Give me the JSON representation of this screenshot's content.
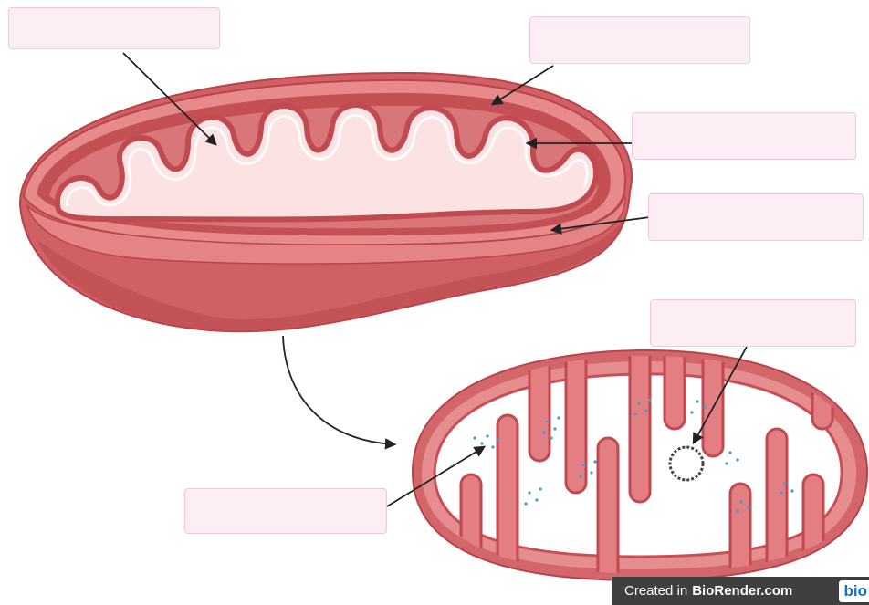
{
  "label_boxes": [
    "",
    "",
    "",
    "",
    "",
    ""
  ],
  "watermark": {
    "prefix": "Created in",
    "brand": "BioRender.com",
    "logo": "bio"
  },
  "colors": {
    "outer_membrane": "#c94f54",
    "intermembrane_space": "#d7696b",
    "inner_membrane_fill": "#e99a9b",
    "matrix_light": "#f8dada",
    "ribosome_dots": "#3aa0d4",
    "label_fill": "#fdeef5",
    "label_border": "#f3c7d9",
    "arrow": "#222222"
  }
}
